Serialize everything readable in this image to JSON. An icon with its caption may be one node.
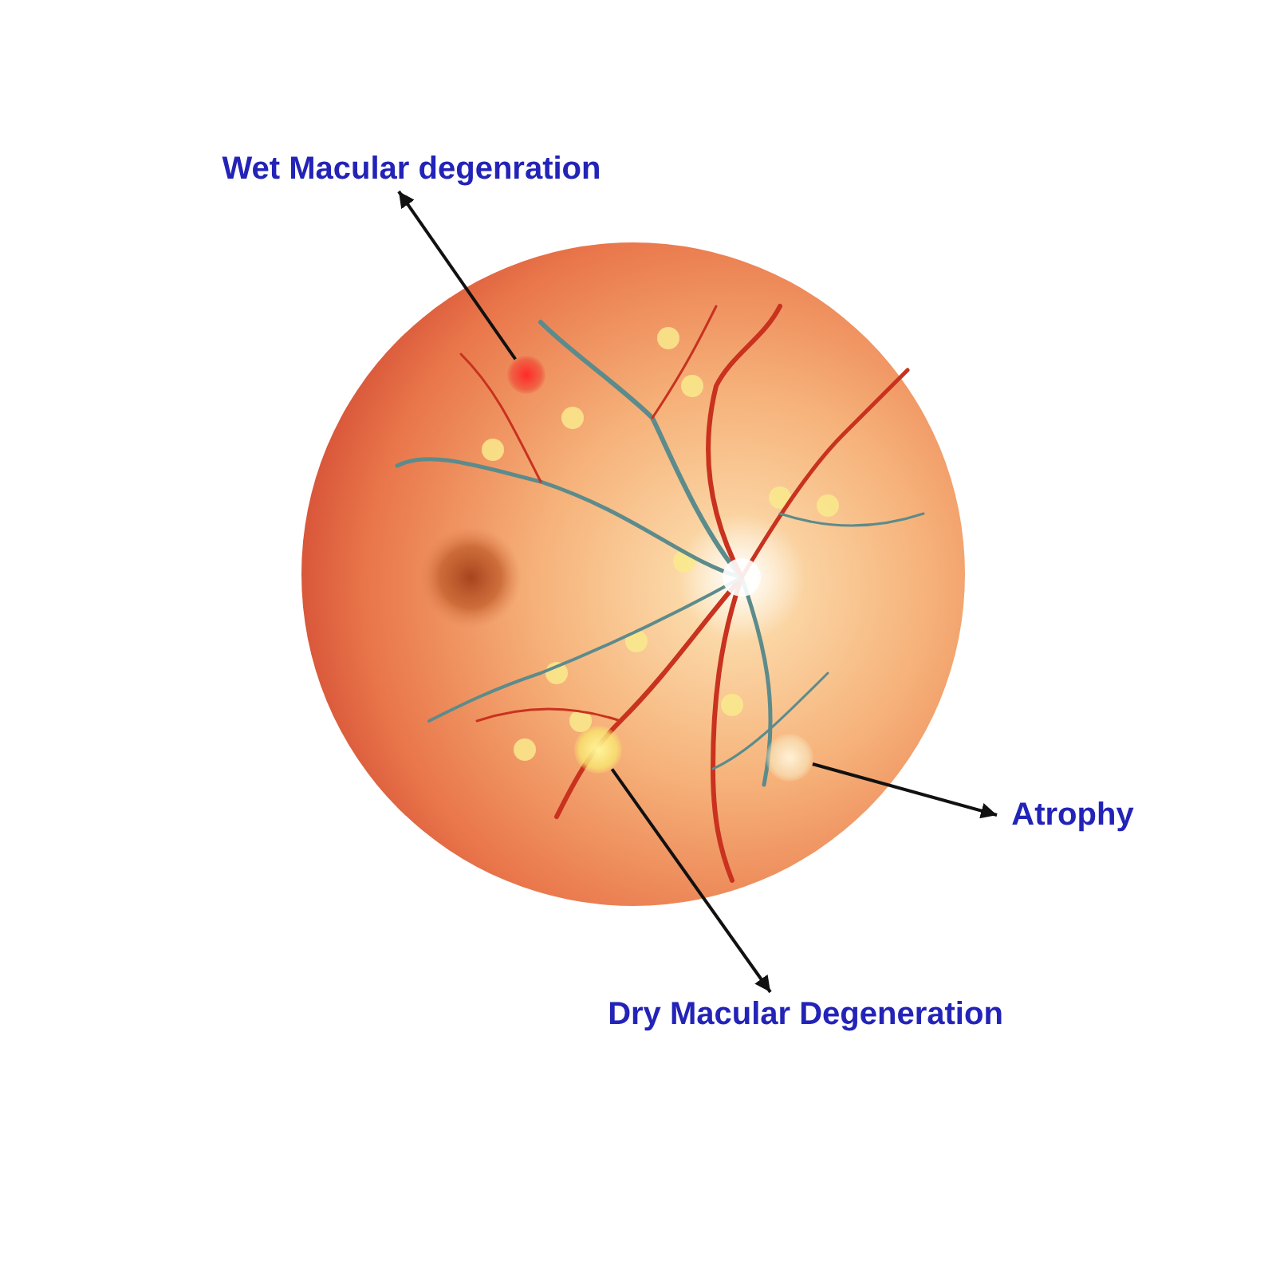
{
  "diagram": {
    "nodes": [
      {
        "text": [],
        "shape": "picture"
      },
      {
        "text": [],
        "shape": "circle",
        "in": 0
      },
      {
        "text": [],
        "shape": "circle",
        "in": 0
      },
      {
        "text": [],
        "shape": "circle",
        "in": 0
      },
      {
        "text": [
          "Wet Macular degenration"
        ]
      },
      {
        "text": [
          "Dry Macular Degeneration"
        ]
      },
      {
        "text": [
          "Atrophy"
        ]
      }
    ],
    "edges": [
      {
        "from": 1,
        "to": 4,
        "arrow": "to"
      },
      {
        "from": 2,
        "to": 5,
        "arrow": "to"
      },
      {
        "from": 3,
        "to": 6,
        "arrow": "to"
      }
    ]
  }
}
